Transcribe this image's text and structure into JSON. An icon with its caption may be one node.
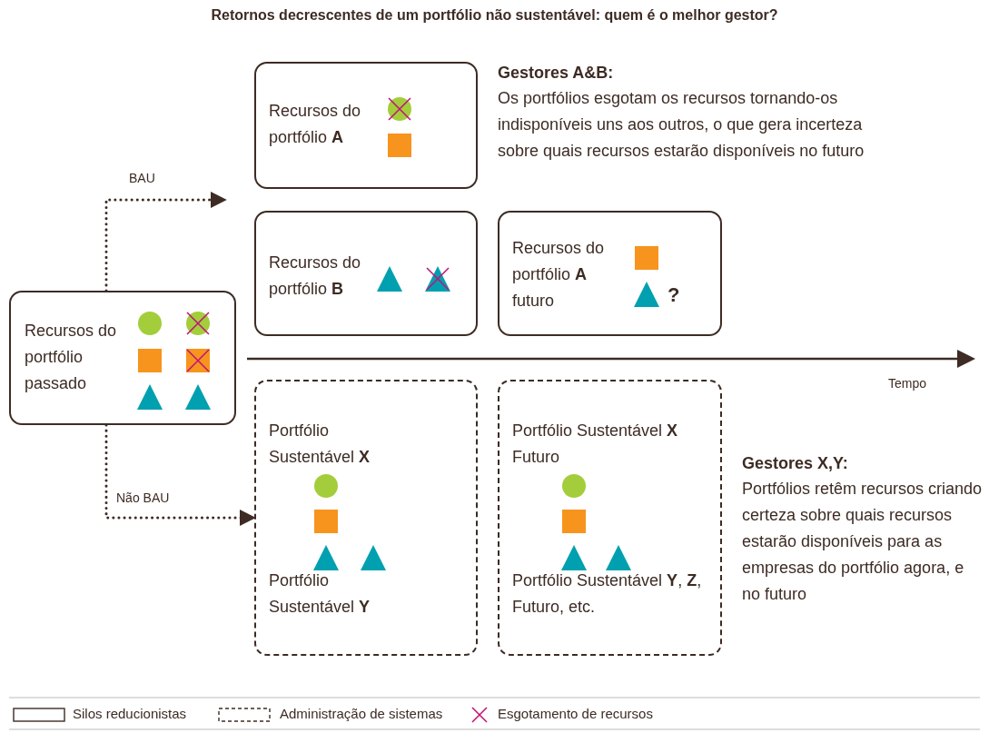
{
  "diagram": {
    "title": "Retornos decrescentes de um portfólio não sustentável: quem é o melhor gestor?",
    "nodes": [
      {
        "text": [
          "Recursos do portfólio passado"
        ]
      },
      {
        "text": [
          "Recursos do portfólio **A**"
        ]
      },
      {
        "text": [
          "Recursos do portfólio **B**"
        ]
      },
      {
        "text": [
          "Recursos do portfólio **A** futuro"
        ]
      },
      {
        "text": [
          "Portfólio Sustentável **X**",
          "Portfólio Sustentável **Y**"
        ]
      },
      {
        "text": [
          "Portfólio Sustentável **X** Futuro",
          "Portfólio Sustentável **Y**, **Z**, Futuro, etc."
        ]
      }
    ],
    "edges": [
      {
        "from": 0,
        "to": null,
        "arrow": "to",
        "label": "BAU",
        "style": "dashed"
      },
      {
        "from": 0,
        "to": 4,
        "arrow": "to",
        "label": "Não BAU",
        "style": "dashed"
      }
    ],
    "labels": [
      "Gestores A&B:",
      "Os portfólios esgotam os recursos tornando-os indisponíveis uns aos outros, o que gera incerteza sobre quais recursos estarão disponíveis no futuro",
      "?",
      "Tempo",
      "Gestores X,Y:",
      "Portfólios retêm recursos criando certeza sobre quais recursos estarão disponíveis para as empresas do portfólio agora, e no futuro"
    ],
    "legend": [
      {
        "text": "Silos reducionistas"
      },
      {
        "text": "Administração de sistemas"
      },
      {
        "text": "Esgotamento de recursos"
      }
    ]
  }
}
